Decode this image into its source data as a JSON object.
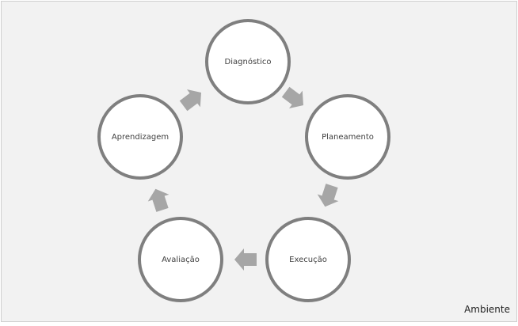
{
  "diagram": {
    "nodes": [
      {
        "id": "diagnostico",
        "label": "Diagnóstico"
      },
      {
        "id": "planeamento",
        "label": "Planeamento"
      },
      {
        "id": "execucao",
        "label": "Execução"
      },
      {
        "id": "avaliacao",
        "label": "Avaliação"
      },
      {
        "id": "aprendizagem",
        "label": "Aprendizagem"
      }
    ],
    "edges": [
      {
        "from": "diagnostico",
        "to": "planeamento"
      },
      {
        "from": "planeamento",
        "to": "execucao"
      },
      {
        "from": "execucao",
        "to": "avaliacao"
      },
      {
        "from": "avaliacao",
        "to": "aprendizagem"
      },
      {
        "from": "aprendizagem",
        "to": "diagnostico"
      }
    ],
    "context_label": "Ambiente",
    "colors": {
      "background": "#f2f2f2",
      "node_fill": "#ffffff",
      "node_border": "#7f7f7f",
      "arrow": "#a6a6a6",
      "text": "#404040"
    }
  }
}
